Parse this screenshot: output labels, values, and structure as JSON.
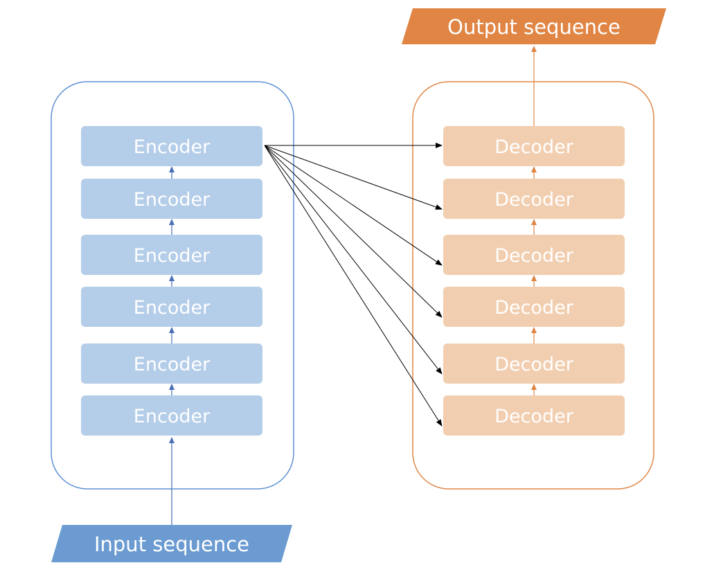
{
  "input": {
    "label": "Input sequence",
    "color": "#6b9bd1"
  },
  "output": {
    "label": "Output sequence",
    "color": "#e08544"
  },
  "encoder": {
    "border_color": "#5b8fd3",
    "block_color": "#b4cde9",
    "arrow_color": "#4a6fb5",
    "blocks": [
      "Encoder",
      "Encoder",
      "Encoder",
      "Encoder",
      "Encoder",
      "Encoder"
    ]
  },
  "decoder": {
    "border_color": "#e08544",
    "block_color": "#f2ceb0",
    "arrow_color": "#e08544",
    "blocks": [
      "Decoder",
      "Decoder",
      "Decoder",
      "Decoder",
      "Decoder",
      "Decoder"
    ]
  },
  "cross_arrow_color": "#000000"
}
